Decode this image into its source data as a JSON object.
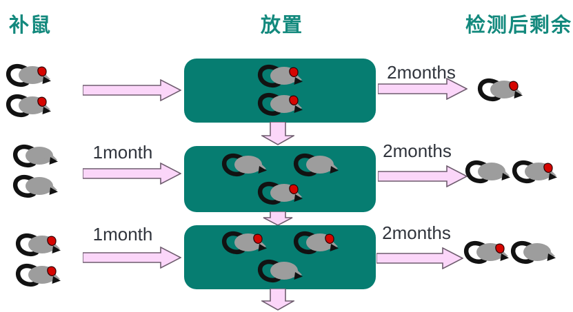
{
  "colors": {
    "title_teal": "#13897d",
    "box_teal": "#067d71",
    "arrow_fill": "#fbd6f9",
    "arrow_border": "#6e5c6e",
    "time_label_color": "#30343c",
    "mouse_body": "#9d9d9d",
    "mouse_dark": "#121212",
    "mouse_ear": "#d50500"
  },
  "header": {
    "left_title": "补鼠",
    "center_title": "放置",
    "right_title": "检测后剩余"
  },
  "rows": [
    {
      "input_label": "",
      "input_mice": [
        "red",
        "red"
      ],
      "box_top_mice": [
        "red"
      ],
      "box_bottom_mice": [
        "red"
      ],
      "output_label": "2months",
      "output_mice": [
        "red"
      ]
    },
    {
      "input_label": "1month",
      "input_mice": [
        "gray",
        "gray"
      ],
      "box_top_mice": [
        "gray",
        "gray"
      ],
      "box_bottom_mice": [
        "red"
      ],
      "output_label": "2months",
      "output_mice": [
        "gray",
        "red"
      ]
    },
    {
      "input_label": "1month",
      "input_mice": [
        "red",
        "red"
      ],
      "box_top_mice": [
        "red",
        "red"
      ],
      "box_bottom_mice": [
        "gray"
      ],
      "output_label": "2months",
      "output_mice": [
        "red",
        "gray"
      ]
    }
  ]
}
